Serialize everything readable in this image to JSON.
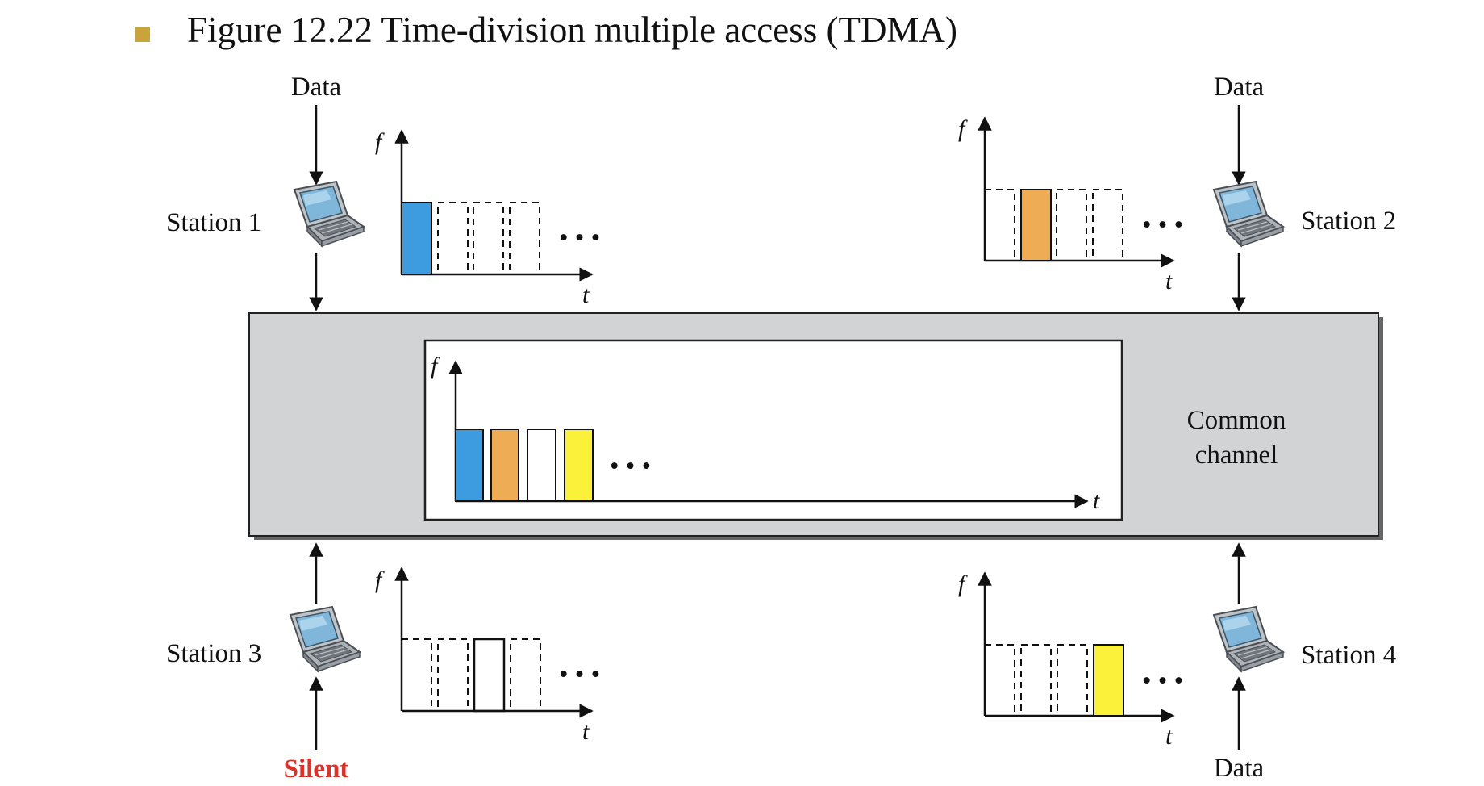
{
  "title": "Figure 12.22  Time-division multiple access (TDMA)",
  "colors": {
    "bullet": "#c8a43b",
    "slot_blue": "#3d9be0",
    "slot_orange": "#eead55",
    "slot_yellow": "#fbf03a",
    "channel_fill": "#d2d3d5",
    "silent": "#d9342b"
  },
  "labels": {
    "station1": "Station 1",
    "station2": "Station 2",
    "station3": "Station 3",
    "station4": "Station 4",
    "data_top_left": "Data",
    "data_top_right": "Data",
    "data_bottom_right": "Data",
    "silent": "Silent",
    "channel_line1": "Common",
    "channel_line2": "channel",
    "f": "f",
    "t": "t",
    "ellipsis": "• • •"
  },
  "icons": {
    "station": "laptop-icon",
    "bullet": "square-bullet-icon"
  }
}
